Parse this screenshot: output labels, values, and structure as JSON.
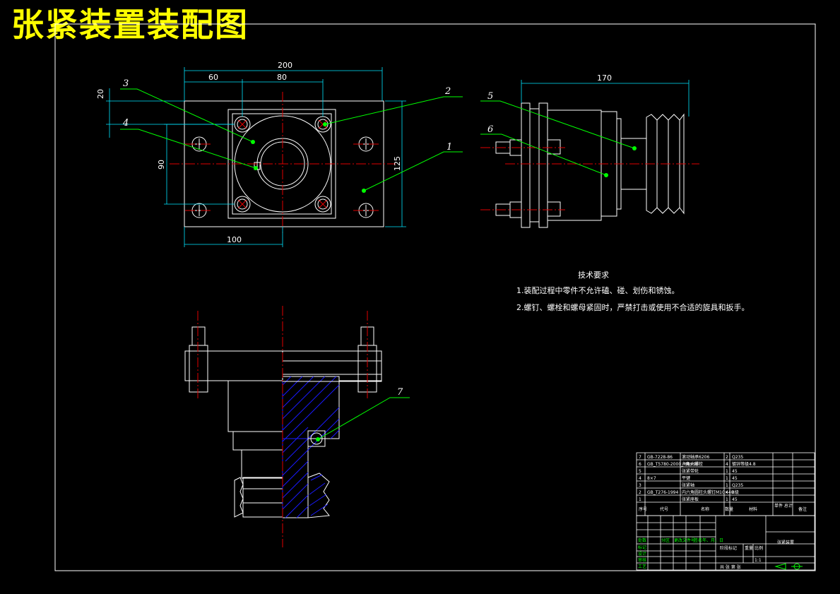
{
  "title": "张紧装置装配图",
  "dimensions": {
    "top_width": "200",
    "left_offset": "60",
    "hole_spacing": "80",
    "top_margin": "20",
    "hole_vertical": "90",
    "height": "125",
    "bottom_offset": "100",
    "side_width": "170"
  },
  "balloons": [
    "1",
    "2",
    "3",
    "4",
    "5",
    "6",
    "7"
  ],
  "notes": {
    "heading": "技术要求",
    "items": [
      "1.装配过程中零件不允许磕、碰、划伤和锈蚀。",
      "2.螺钉、螺栓和螺母紧固时，严禁打击或使用不合适的旋具和扳手。"
    ]
  },
  "bom": {
    "rows": [
      {
        "no": "7",
        "code": "GB-7228-86",
        "name": "滚动轴承6206",
        "qty": "2",
        "material": "Q235"
      },
      {
        "no": "6",
        "code": "GB_T5780-2000_M8×90",
        "name": "六角头螺栓",
        "qty": "4",
        "material": "镀锌等级4.8"
      },
      {
        "no": "5",
        "code": "",
        "name": "张紧带轮",
        "qty": "1",
        "material": "45"
      },
      {
        "no": "4",
        "code": "8×7",
        "name": "平键",
        "qty": "1",
        "material": "45"
      },
      {
        "no": "3",
        "code": "",
        "name": "张紧轴",
        "qty": "1",
        "material": "Q235"
      },
      {
        "no": "2",
        "code": "GB_T276-1994",
        "name": "内六角圆柱头螺钉M10×40",
        "qty": "4",
        "material": "8级"
      },
      {
        "no": "1",
        "code": "",
        "name": "张紧座板",
        "qty": "1",
        "material": "45"
      }
    ],
    "header": {
      "no": "序号",
      "code": "代号",
      "name": "名称",
      "qty": "数量",
      "material": "材料",
      "weight": "单件 总计",
      "remark": "备注"
    }
  },
  "titleblock": {
    "drawing_name": "张紧装置",
    "scale": "1:1",
    "left_labels": [
      "标记",
      "设计",
      "审核",
      "工艺"
    ],
    "marks": [
      "处数",
      "分区",
      "更改文件号",
      "签名",
      "年、月、日"
    ],
    "stage": "阶段标记",
    "weight": "重量",
    "ratio": "比例",
    "sheet": "共 张 第 张"
  }
}
